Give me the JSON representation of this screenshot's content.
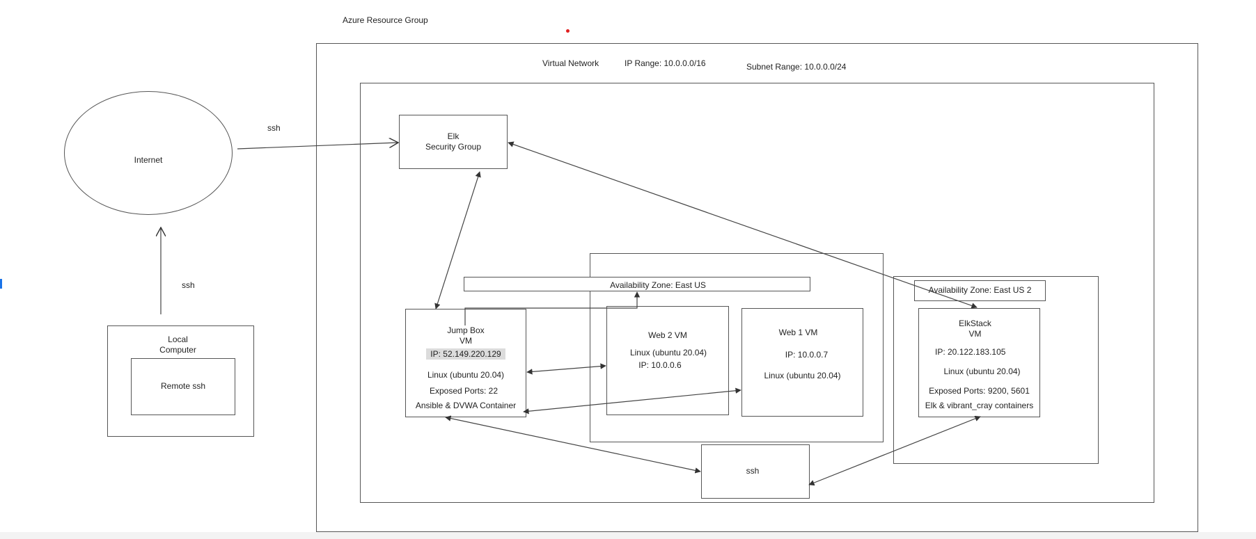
{
  "diagram": {
    "resource_group_label": "Azure Resource Group",
    "vnet": {
      "label": "Virtual Network",
      "ip_range": "IP Range: 10.0.0.0/16",
      "subnet_range": "Subnet Range: 10.0.0.0/24"
    },
    "internet_label": "Internet",
    "ssh_internet_label": "ssh",
    "ssh_local_label": "ssh",
    "local_computer": {
      "line1": "Local",
      "line2": "Computer",
      "inner": "Remote ssh"
    },
    "security_group": {
      "line1": "Elk",
      "line2": "Security Group"
    },
    "zone_east_us": "Availability Zone: East US",
    "zone_east_us2": "Availability Zone: East US 2",
    "jump_box": {
      "line1": "Jump Box",
      "line2": "VM",
      "ip": "IP: 52.149.220.129",
      "os": "Linux (ubuntu 20.04)",
      "ports": "Exposed Ports: 22",
      "containers": "Ansible & DVWA Container"
    },
    "web2": {
      "title": "Web 2 VM",
      "os": "Linux (ubuntu 20.04)",
      "ip": "IP: 10.0.0.6"
    },
    "web1": {
      "title": "Web 1 VM",
      "ip": "IP: 10.0.0.7",
      "os": "Linux (ubuntu 20.04)"
    },
    "elk": {
      "line1": "ElkStack",
      "line2": "VM",
      "ip": "IP: 20.122.183.105",
      "os": "Linux (ubuntu 20.04)",
      "ports": "Exposed Ports: 9200, 5601",
      "containers": "Elk & vibrant_cray containers"
    },
    "ssh_box_label": "ssh"
  },
  "colors": {
    "stroke": "#555555",
    "text": "#222222",
    "highlight": "#dcdcdc",
    "accent_dot": "#e02020",
    "side_mark": "#1a73e8"
  }
}
